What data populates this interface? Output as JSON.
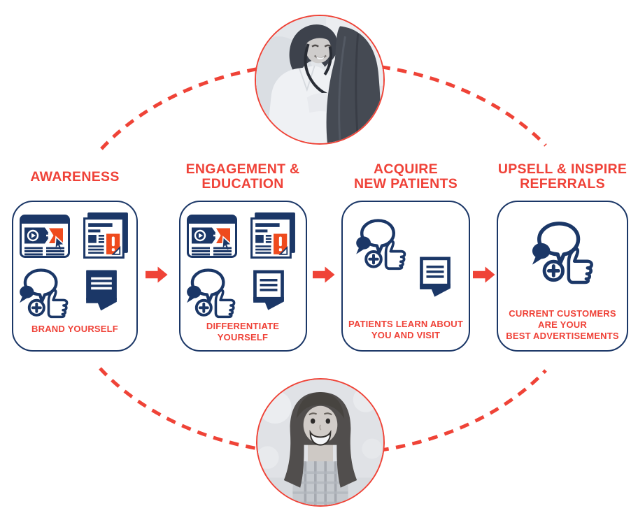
{
  "colors": {
    "accent_red": "#ef4238",
    "navy": "#1b3767",
    "icon_orange": "#ee4b1e"
  },
  "photos": {
    "top": {
      "name": "doctor-examining-child-photo"
    },
    "bottom": {
      "name": "smiling-girl-photo"
    }
  },
  "stages": [
    {
      "title": "AWARENESS",
      "caption": "BRAND YOURSELF",
      "icons": [
        "web-video-ad",
        "news-ad",
        "social-recommendation",
        "review-post"
      ]
    },
    {
      "title": "ENGAGEMENT &\nEDUCATION",
      "caption": "DIFFERENTIATE\nYOURSELF",
      "icons": [
        "web-video-ad",
        "news-ad",
        "social-recommendation",
        "review-post"
      ]
    },
    {
      "title": "ACQUIRE\nNEW PATIENTS",
      "caption": "PATIENTS LEARN ABOUT\nYOU AND VISIT",
      "icons": [
        "social-recommendation",
        "review-post"
      ]
    },
    {
      "title": "UPSELL & INSPIRE\nREFERRALS",
      "caption": "CURRENT CUSTOMERS\nARE YOUR\nBEST ADVERTISEMENTS",
      "icons": [
        "social-recommendation"
      ]
    }
  ]
}
